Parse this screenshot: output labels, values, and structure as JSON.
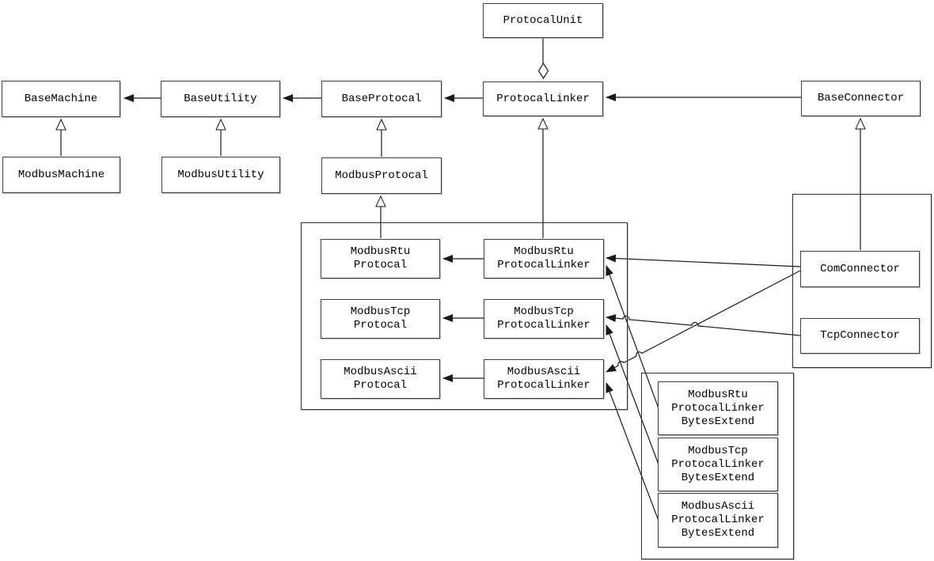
{
  "diagram": {
    "background_color": "#ffffff",
    "line_color": "#1a1a1a",
    "box_border_color": "#3f3f3f",
    "box_fill_color": "#ffffff",
    "text_color": "#000000"
  },
  "nodes": {
    "protocal_unit": {
      "label": "ProtocalUnit"
    },
    "base_machine": {
      "label": "BaseMachine"
    },
    "base_utility": {
      "label": "BaseUtility"
    },
    "base_protocal": {
      "label": "BaseProtocal"
    },
    "protocal_linker": {
      "label": "ProtocalLinker"
    },
    "base_connector": {
      "label": "BaseConnector"
    },
    "modbus_machine": {
      "label": "ModbusMachine"
    },
    "modbus_utility": {
      "label": "ModbusUtility"
    },
    "modbus_protocal": {
      "label": "ModbusProtocal"
    },
    "modbus_rtu_protocal": {
      "label": "ModbusRtu\nProtocal"
    },
    "modbus_tcp_protocal": {
      "label": "ModbusTcp\nProtocal"
    },
    "modbus_ascii_protocal": {
      "label": "ModbusAscii\nProtocal"
    },
    "modbus_rtu_protocal_linker": {
      "label": "ModbusRtu\nProtocalLinker"
    },
    "modbus_tcp_protocal_linker": {
      "label": "ModbusTcp\nProtocalLinker"
    },
    "modbus_ascii_protocal_linker": {
      "label": "ModbusAscii\nProtocalLinker"
    },
    "com_connector": {
      "label": "ComConnector"
    },
    "tcp_connector": {
      "label": "TcpConnector"
    },
    "modbus_rtu_protocal_linker_bytes_extend": {
      "label": "ModbusRtu\nProtocalLinker\nBytesExtend"
    },
    "modbus_tcp_protocal_linker_bytes_extend": {
      "label": "ModbusTcp\nProtocalLinker\nBytesExtend"
    },
    "modbus_ascii_protocal_linker_bytes_extend": {
      "label": "ModbusAscii\nProtocalLinker\nBytesExtend"
    }
  },
  "edges": [
    {
      "from": "ProtocalUnit",
      "to": "ProtocalLinker",
      "type": "aggregation"
    },
    {
      "from": "BaseUtility",
      "to": "BaseMachine",
      "type": "directed-association"
    },
    {
      "from": "BaseProtocal",
      "to": "BaseUtility",
      "type": "directed-association"
    },
    {
      "from": "ProtocalLinker",
      "to": "BaseProtocal",
      "type": "directed-association"
    },
    {
      "from": "BaseConnector",
      "to": "ProtocalLinker",
      "type": "directed-association"
    },
    {
      "from": "ModbusMachine",
      "to": "BaseMachine",
      "type": "inheritance"
    },
    {
      "from": "ModbusUtility",
      "to": "BaseUtility",
      "type": "inheritance"
    },
    {
      "from": "ModbusProtocal",
      "to": "BaseProtocal",
      "type": "inheritance"
    },
    {
      "from": "ModbusRtuProtocal",
      "to": "ModbusProtocal",
      "type": "inheritance"
    },
    {
      "from": "ModbusRtuProtocalLinker",
      "to": "ProtocalLinker",
      "type": "inheritance"
    },
    {
      "from": "ComConnector",
      "to": "BaseConnector",
      "type": "inheritance"
    },
    {
      "from": "ModbusRtuProtocalLinker",
      "to": "ModbusRtuProtocal",
      "type": "directed-association"
    },
    {
      "from": "ModbusTcpProtocalLinker",
      "to": "ModbusTcpProtocal",
      "type": "directed-association"
    },
    {
      "from": "ModbusAsciiProtocalLinker",
      "to": "ModbusAsciiProtocal",
      "type": "directed-association"
    },
    {
      "from": "ComConnector",
      "to": "ModbusRtuProtocalLinker",
      "type": "directed-association"
    },
    {
      "from": "ComConnector",
      "to": "ModbusAsciiProtocalLinker",
      "type": "directed-association"
    },
    {
      "from": "TcpConnector",
      "to": "ModbusTcpProtocalLinker",
      "type": "directed-association"
    },
    {
      "from": "ModbusRtuProtocalLinkerBytesExtend",
      "to": "ModbusRtuProtocalLinker",
      "type": "directed-association"
    },
    {
      "from": "ModbusTcpProtocalLinkerBytesExtend",
      "to": "ModbusTcpProtocalLinker",
      "type": "directed-association"
    },
    {
      "from": "ModbusAsciiProtocalLinkerBytesExtend",
      "to": "ModbusAsciiProtocalLinker",
      "type": "directed-association"
    }
  ]
}
